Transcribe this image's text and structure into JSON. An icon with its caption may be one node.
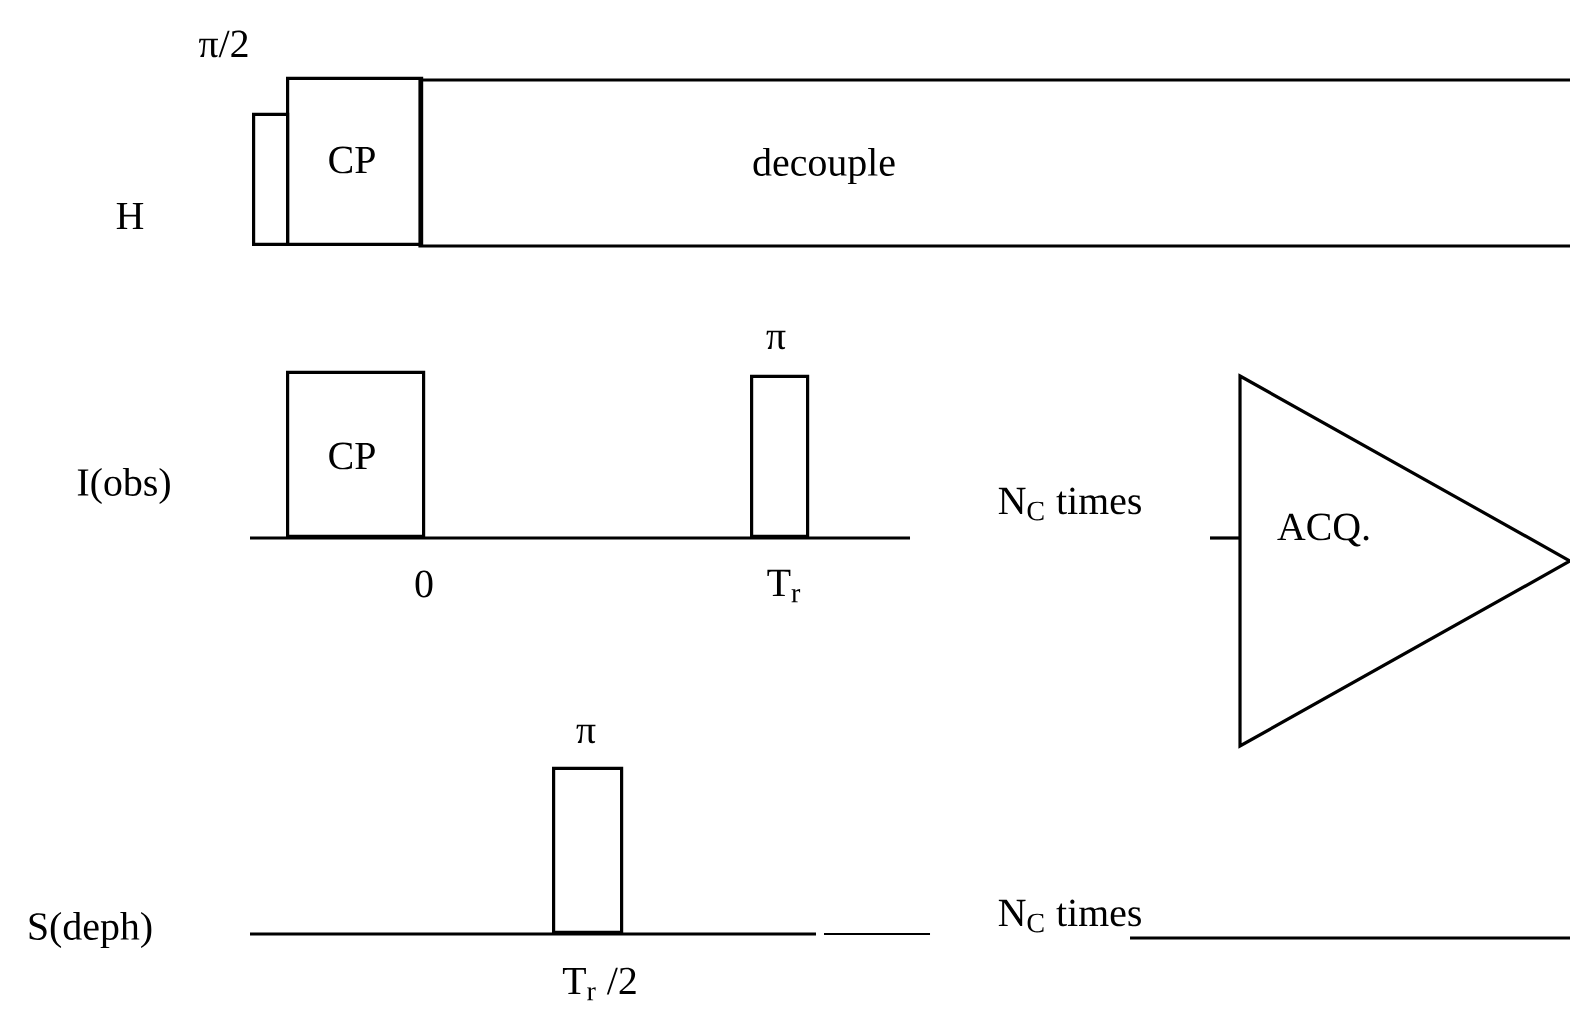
{
  "diagram": {
    "nodes": [
      {
        "text": [],
        "shape": "box",
        "beside": [
          "π/2"
        ]
      },
      {
        "text": [
          "CP"
        ]
      },
      {
        "text": [
          "decouple"
        ]
      },
      {
        "text": [
          "CP"
        ]
      },
      {
        "text": [],
        "shape": "box",
        "beside": [
          "π"
        ]
      },
      {
        "text": [
          "ACQ."
        ]
      },
      {
        "text": [],
        "shape": "box",
        "beside": [
          "π"
        ]
      }
    ],
    "labels": [
      "H",
      "I(obs)",
      "0",
      "T$_{r}$",
      "N$_{C}$ times",
      "S(deph)",
      "T$_{r}$ /2",
      "N$_{C}$ times"
    ]
  }
}
